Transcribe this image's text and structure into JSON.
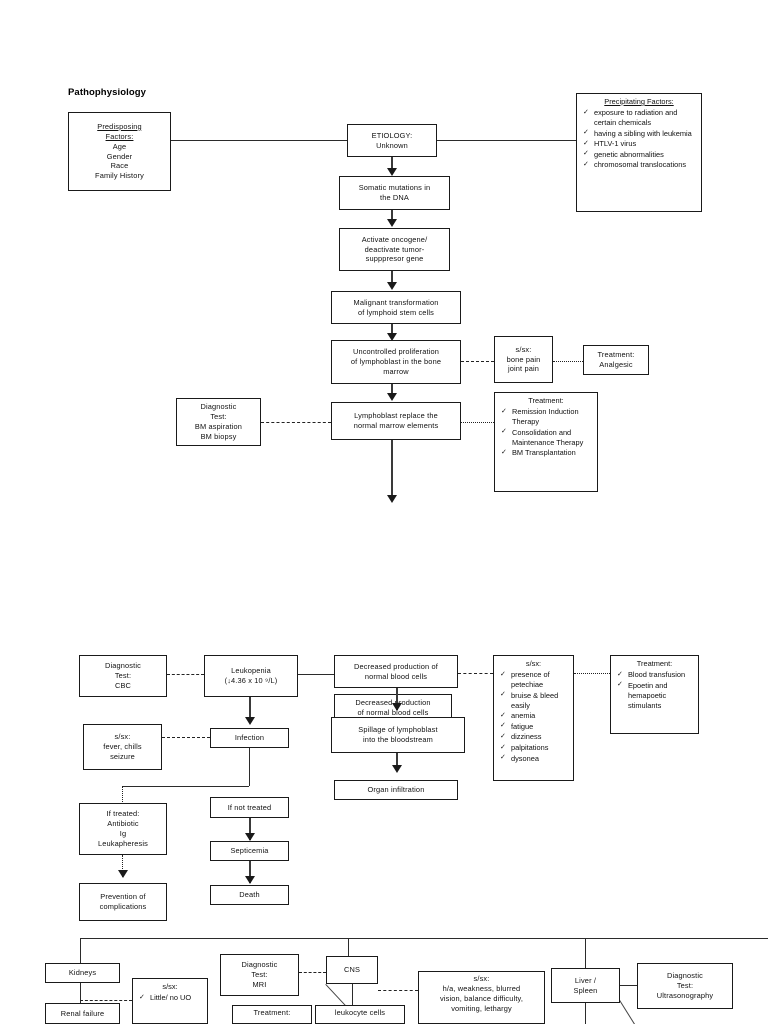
{
  "page": {
    "title": "Pathophysiology"
  },
  "section1": {
    "predisposing": {
      "header_line1": "Predisposing",
      "header_line2": "Factors:",
      "items": [
        "Age",
        "Gender",
        "Race",
        "Family History"
      ]
    },
    "etiology": {
      "line1": "ETIOLOGY:",
      "line2": "Unknown"
    },
    "precipitating": {
      "header": "Precipitating Factors:",
      "items": [
        "exposure to radiation and certain chemicals",
        "having a sibling with leukemia",
        "HTLV-1 virus",
        "genetic abnormalities",
        "chromosomal translocations"
      ]
    },
    "somatic": {
      "line1": "Somatic mutations in",
      "line2": "the DNA"
    },
    "oncogene": {
      "line1": "Activate oncogene/",
      "line2": "deactivate tumor-",
      "line3": "supppresor gene"
    },
    "malignant": {
      "line1": "Malignant transformation",
      "line2": "of lymphoid stem cells"
    },
    "uncontrolled": {
      "line1": "Uncontrolled proliferation",
      "line2": "of lymphoblast in the bone",
      "line3": "marrow"
    },
    "ssx_bone": {
      "line1": "s/sx:",
      "line2": "bone pain",
      "line3": "joint pain"
    },
    "treatment_analgesic": {
      "line1": "Treatment:",
      "line2": "Analgesic"
    },
    "diagnostic_bm": {
      "line1": "Diagnostic",
      "line2": "Test:",
      "line3": "BM aspiration",
      "line4": "BM biopsy"
    },
    "lymphoblast_replace": {
      "line1": "Lymphoblast replace the",
      "line2": "normal marrow elements"
    },
    "treatment_main": {
      "header": "Treatment:",
      "items": [
        "Remission Induction Therapy",
        "Consolidation and Maintenance Therapy",
        "BM Transplantation"
      ]
    }
  },
  "section2": {
    "diagnostic_cbc": {
      "line1": "Diagnostic",
      "line2": "Test:",
      "line3": "CBC"
    },
    "leukopenia": {
      "line1": "Leukopenia",
      "line2": "(↓4.36 x 10 ⁹/L)"
    },
    "decreased_production_a": {
      "line1": "Decreased production of",
      "line2": "normal blood cells"
    },
    "decreased_production_b": {
      "line1": "Decreased production",
      "line2": "of normal blood cells"
    },
    "spillage": {
      "line1": "Spillage of lymphoblast",
      "line2": "into the bloodstream"
    },
    "organ_infiltration": {
      "line1": "Organ infiltration"
    },
    "ssx_petechiae": {
      "header": "s/sx:",
      "items": [
        "presence of petechiae",
        "bruise & bleed easily",
        "anemia",
        "fatigue",
        "dizziness",
        "palpitations",
        "dysonea"
      ]
    },
    "treatment_blood": {
      "header": "Treatment:",
      "items": [
        "Blood transfusion",
        "Epoetin and hemapoetic stimulants"
      ]
    },
    "ssx_fever": {
      "line1": "s/sx:",
      "line2": "fever, chills",
      "line3": "seizure"
    },
    "infection": {
      "line1": "Infection"
    },
    "if_treated": {
      "line1": "If treated:",
      "line2": "Antibiotic",
      "line3": "Ig",
      "line4": "Leukapheresis"
    },
    "if_not_treated": {
      "line1": "If not treated"
    },
    "septicemia": {
      "line1": "Septicemia"
    },
    "death": {
      "line1": "Death"
    },
    "prevention": {
      "line1": "Prevention of",
      "line2": "complications"
    }
  },
  "section3": {
    "kidneys": {
      "line1": "Kidneys"
    },
    "renal_failure": {
      "line1": "Renal failure"
    },
    "ssx_uo": {
      "header": "s/sx:",
      "items": [
        "Little/ no UO"
      ]
    },
    "diagnostic_mri": {
      "line1": "Diagnostic",
      "line2": "Test:",
      "line3": "MRI"
    },
    "cns": {
      "line1": "CNS"
    },
    "treatment_cns": {
      "line1": "Treatment:"
    },
    "leukocyte": {
      "line1": "leukocyte cells"
    },
    "ssx_cns": {
      "line1": "s/sx:",
      "line2": "h/a, weakness, blurred",
      "line3": "vision, balance difficulty,",
      "line4": "vomiting, lethargy"
    },
    "liver_spleen": {
      "line1": "Liver /",
      "line2": "Spleen"
    },
    "diagnostic_us": {
      "line1": "Diagnostic",
      "line2": "Test:",
      "line3": "Ultrasonography"
    }
  }
}
